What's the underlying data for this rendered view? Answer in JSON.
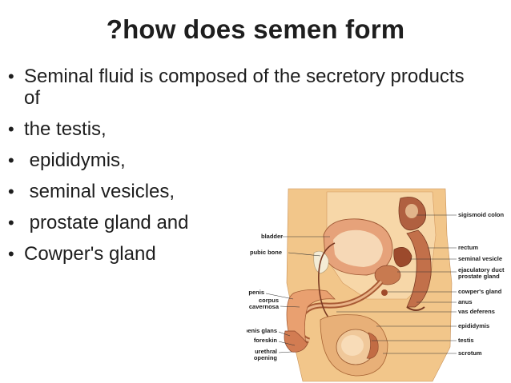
{
  "title": "?how does semen form",
  "bullets": [
    "Seminal fluid is composed of the secretory products of",
    "the testis,",
    " epididymis,",
    " seminal vesicles,",
    " prostate gland and",
    "Cowper's gland"
  ],
  "figure": {
    "labels_left": {
      "bladder": "bladder",
      "pubic_bone": "pubic bone",
      "penis": "penis",
      "corpus": "corpus",
      "cavernosa": "cavernosa",
      "penis_glans": "penis glans",
      "foreskin": "foreskin",
      "urethral": "urethral",
      "opening": "opening"
    },
    "labels_right": {
      "sigmoid_colon": "sigismoid colon",
      "rectum": "rectum",
      "seminal_vesicle": "seminal vesicle",
      "ejaculatory_duct": "ejaculatory duct",
      "prostate_gland": "prostate gland",
      "cowpers_gland": "cowper's gland",
      "anus": "anus",
      "vas_deferens": "vas deferens",
      "epididymis": "epididymis",
      "testis": "testis",
      "scrotum": "scrotum"
    },
    "colors": {
      "skin": "#f2c68a",
      "tissue": "#e9a070",
      "dark_tissue": "#b85a3a",
      "tan": "#e8c9a0",
      "background": "#ffffff"
    }
  }
}
